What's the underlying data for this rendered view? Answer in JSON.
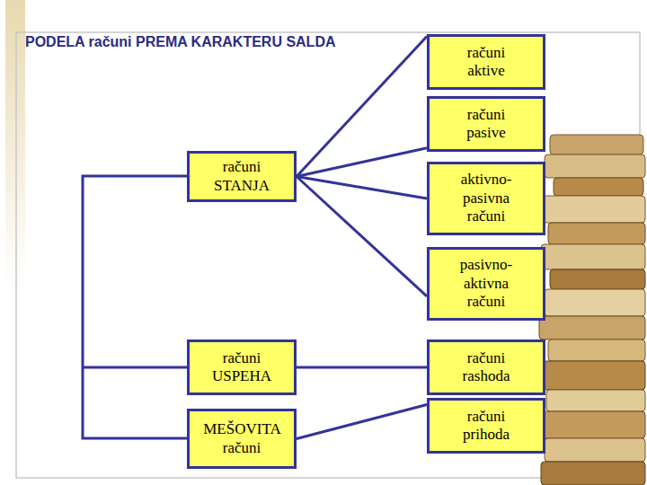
{
  "diagram": {
    "title": "PODELA računi PREMA KARAKTERU SALDA",
    "nodes": [
      {
        "text": [
          "računi aktive"
        ]
      },
      {
        "text": [
          "računi pasive"
        ]
      },
      {
        "text": [
          "računi STANJA"
        ]
      },
      {
        "text": [
          "aktivno-pasivna računi"
        ]
      },
      {
        "text": [
          "pasivno-aktivna računi"
        ]
      },
      {
        "text": [
          "računi USPEHA"
        ]
      },
      {
        "text": [
          "računi rashoda"
        ]
      },
      {
        "text": [
          "MEŠOVITA računi"
        ]
      },
      {
        "text": [
          "računi prihoda"
        ]
      }
    ],
    "edges": [
      {
        "from": 2,
        "to": 0,
        "arrow": "none"
      },
      {
        "from": 2,
        "to": 1,
        "arrow": "none"
      },
      {
        "from": 2,
        "to": 3,
        "arrow": "none"
      },
      {
        "from": 2,
        "to": 4,
        "arrow": "none"
      },
      {
        "from": 5,
        "to": 6,
        "arrow": "none"
      },
      {
        "from": 7,
        "to": 8,
        "arrow": "none"
      }
    ]
  }
}
